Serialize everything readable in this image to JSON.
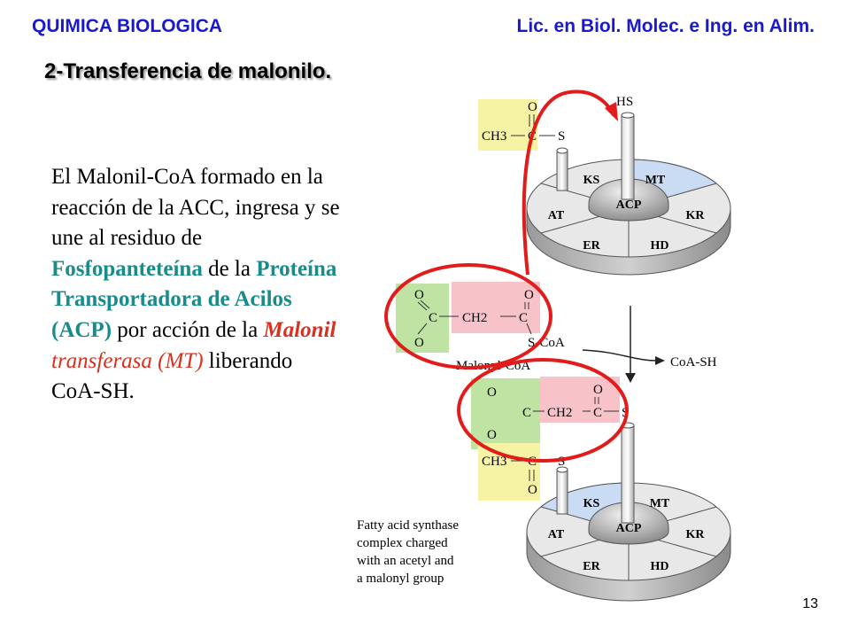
{
  "header": {
    "course": "QUIMICA BIOLOGICA",
    "program": "Lic. en Biol. Molec. e Ing. en Alim."
  },
  "title": "2-Transferencia de malonilo.",
  "body": {
    "t1": "El Malonil-CoA formado en la reacción de la ACC, ingresa y se une al residuo de ",
    "fosfo": "Fosfopanteteína",
    "t2": " de la ",
    "acp": "Proteína Transportadora de Acilos (ACP)",
    "t3": " por acción de la ",
    "malonil": "Malonil",
    "transferasa": "transferasa (MT",
    "paren": ")",
    "t4": " liberando CoA-SH."
  },
  "diagram": {
    "hs": "HS",
    "ch3": "CH3",
    "c": "C",
    "o": "O",
    "s": "S",
    "ch2": "CH2",
    "s_coa": "S-CoA",
    "malonyl_coa": "Malonyl-CoA",
    "coa_sh": "CoA-SH",
    "domains": {
      "ks": "KS",
      "mt": "MT",
      "at": "AT",
      "kr": "KR",
      "er": "ER",
      "hd": "HD",
      "acp": "ACP"
    },
    "caption": [
      "Fatty acid synthase",
      "complex charged",
      "with an acetyl and",
      "a malonyl group"
    ]
  },
  "page_number": "13",
  "colors": {
    "header_blue": "#1a1acc",
    "teal": "#1a8b8b",
    "red": "#d9301f",
    "highlight_yellow": "#f6f3a4",
    "highlight_green": "#bfe3a3",
    "highlight_pink": "#f7c3c9",
    "annot_red": "#e21b1b"
  }
}
